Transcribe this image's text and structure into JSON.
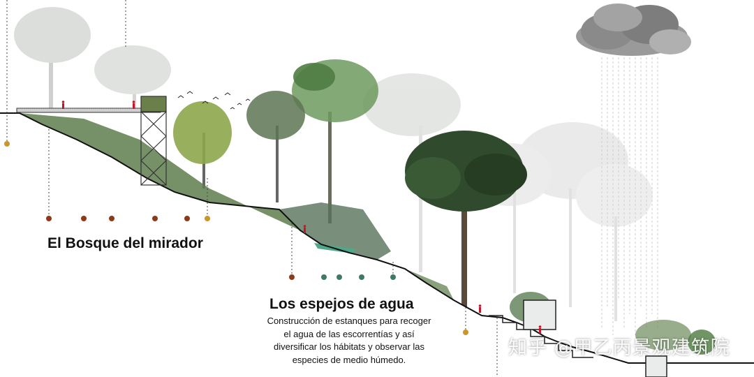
{
  "sections": [
    {
      "title": "El Bosque del mirador",
      "description": []
    },
    {
      "title": "Los espejos de agua",
      "description": [
        "Construcción de estanques para recoger",
        "el agua de las escorrentías y así",
        "diversificar los hábitats y observar las",
        "especies de medio húmedo."
      ]
    }
  ],
  "watermark": "知乎 @甲乙丙景观建筑院",
  "colors": {
    "terrain_line": "#111111",
    "marker_brown": "#8b3a1a",
    "marker_gold": "#c9962e",
    "marker_teal": "#3f7a64",
    "foliage_dark": "#2f4a2c",
    "foliage_mid": "#5f8a4a",
    "foliage_grey": "#b9bfb6",
    "cloud": "#7a7a7a",
    "rain": "#c9c9c9",
    "pond": "#4fa88a"
  },
  "icons": [
    "cloud-icon",
    "rain-icon",
    "bird-icon",
    "person-icon",
    "tower-icon"
  ]
}
